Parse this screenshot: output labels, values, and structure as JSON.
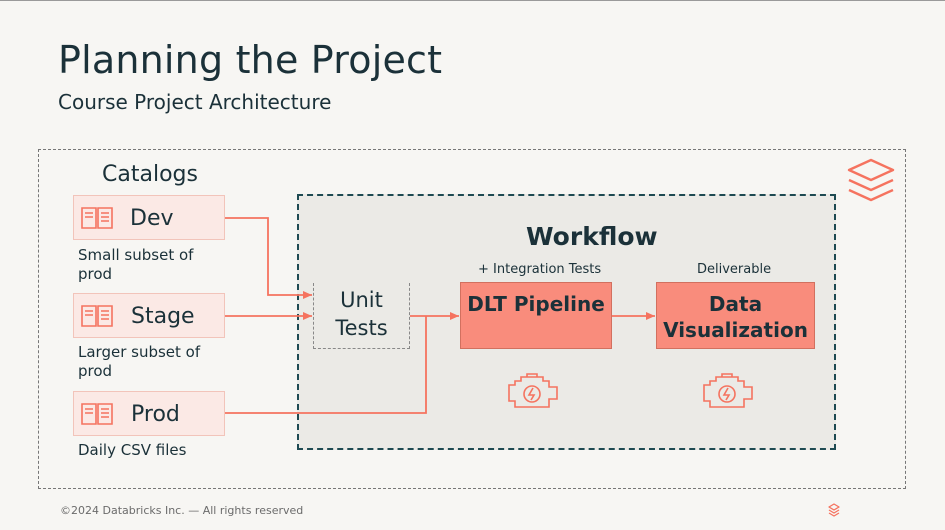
{
  "slide": {
    "title": "Planning the Project",
    "subtitle": "Course Project Architecture",
    "footer": "©2024 Databricks Inc. — All rights reserved"
  },
  "catalogs": {
    "heading": "Catalogs",
    "items": [
      {
        "name": "Dev",
        "description": "Small subset of prod"
      },
      {
        "name": "Stage",
        "description": "Larger subset of prod"
      },
      {
        "name": "Prod",
        "description": "Daily CSV files"
      }
    ]
  },
  "workflow": {
    "title": "Workflow",
    "unit_tests": "Unit Tests",
    "dlt": {
      "caption": "+ Integration Tests",
      "label": "DLT Pipeline"
    },
    "viz": {
      "caption": "Deliverable",
      "label": "Data Visualization"
    }
  },
  "colors": {
    "accent": "#f5735f",
    "box_fill": "#f98c7c",
    "dark_teal": "#1e4a52",
    "text": "#1b3139",
    "background": "#f7f6f3"
  },
  "icons": [
    "catalog-icon",
    "engine-icon",
    "databricks-logo-icon"
  ]
}
